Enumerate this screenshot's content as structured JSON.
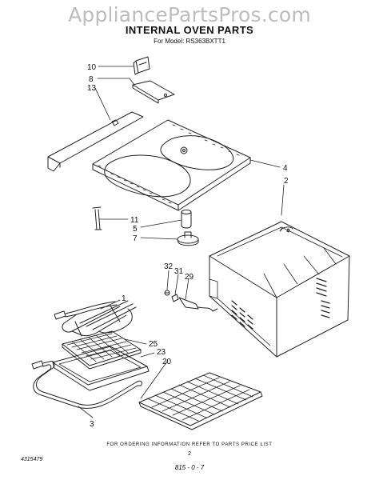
{
  "watermark": "AppliancePartsPros.com",
  "title": "INTERNAL OVEN PARTS",
  "model_line": "For Model: RS363BXTT1",
  "callouts": {
    "p10": "10",
    "p8": "8",
    "p13": "13",
    "p4": "4",
    "p2": "2",
    "p11": "11",
    "p5": "5",
    "p7": "7",
    "p32": "32",
    "p31": "31",
    "p29": "29",
    "p1": "1",
    "p25": "25",
    "p23": "23",
    "p20": "20",
    "p3": "3"
  },
  "footer_note": "FOR ORDERING INFORMATION REFER TO PARTS PRICE LIST",
  "page_number": "2",
  "document_number": "4315479",
  "date_code": "815 - 0 - 7",
  "colors": {
    "line": "#222222",
    "watermark": "#bdbdbd",
    "background": "#ffffff"
  }
}
